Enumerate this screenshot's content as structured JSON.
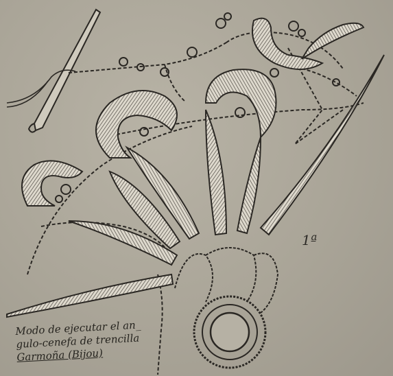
{
  "figure": {
    "number": "1ª",
    "caption_lines": [
      "Modo de ejecutar el an_",
      "gulo-cenefa de trencilla",
      "Garmoña (Bijou)"
    ]
  },
  "colors": {
    "paper": "#aaa598",
    "ink": "#2c2a26",
    "braid": "#d9d4c8"
  }
}
